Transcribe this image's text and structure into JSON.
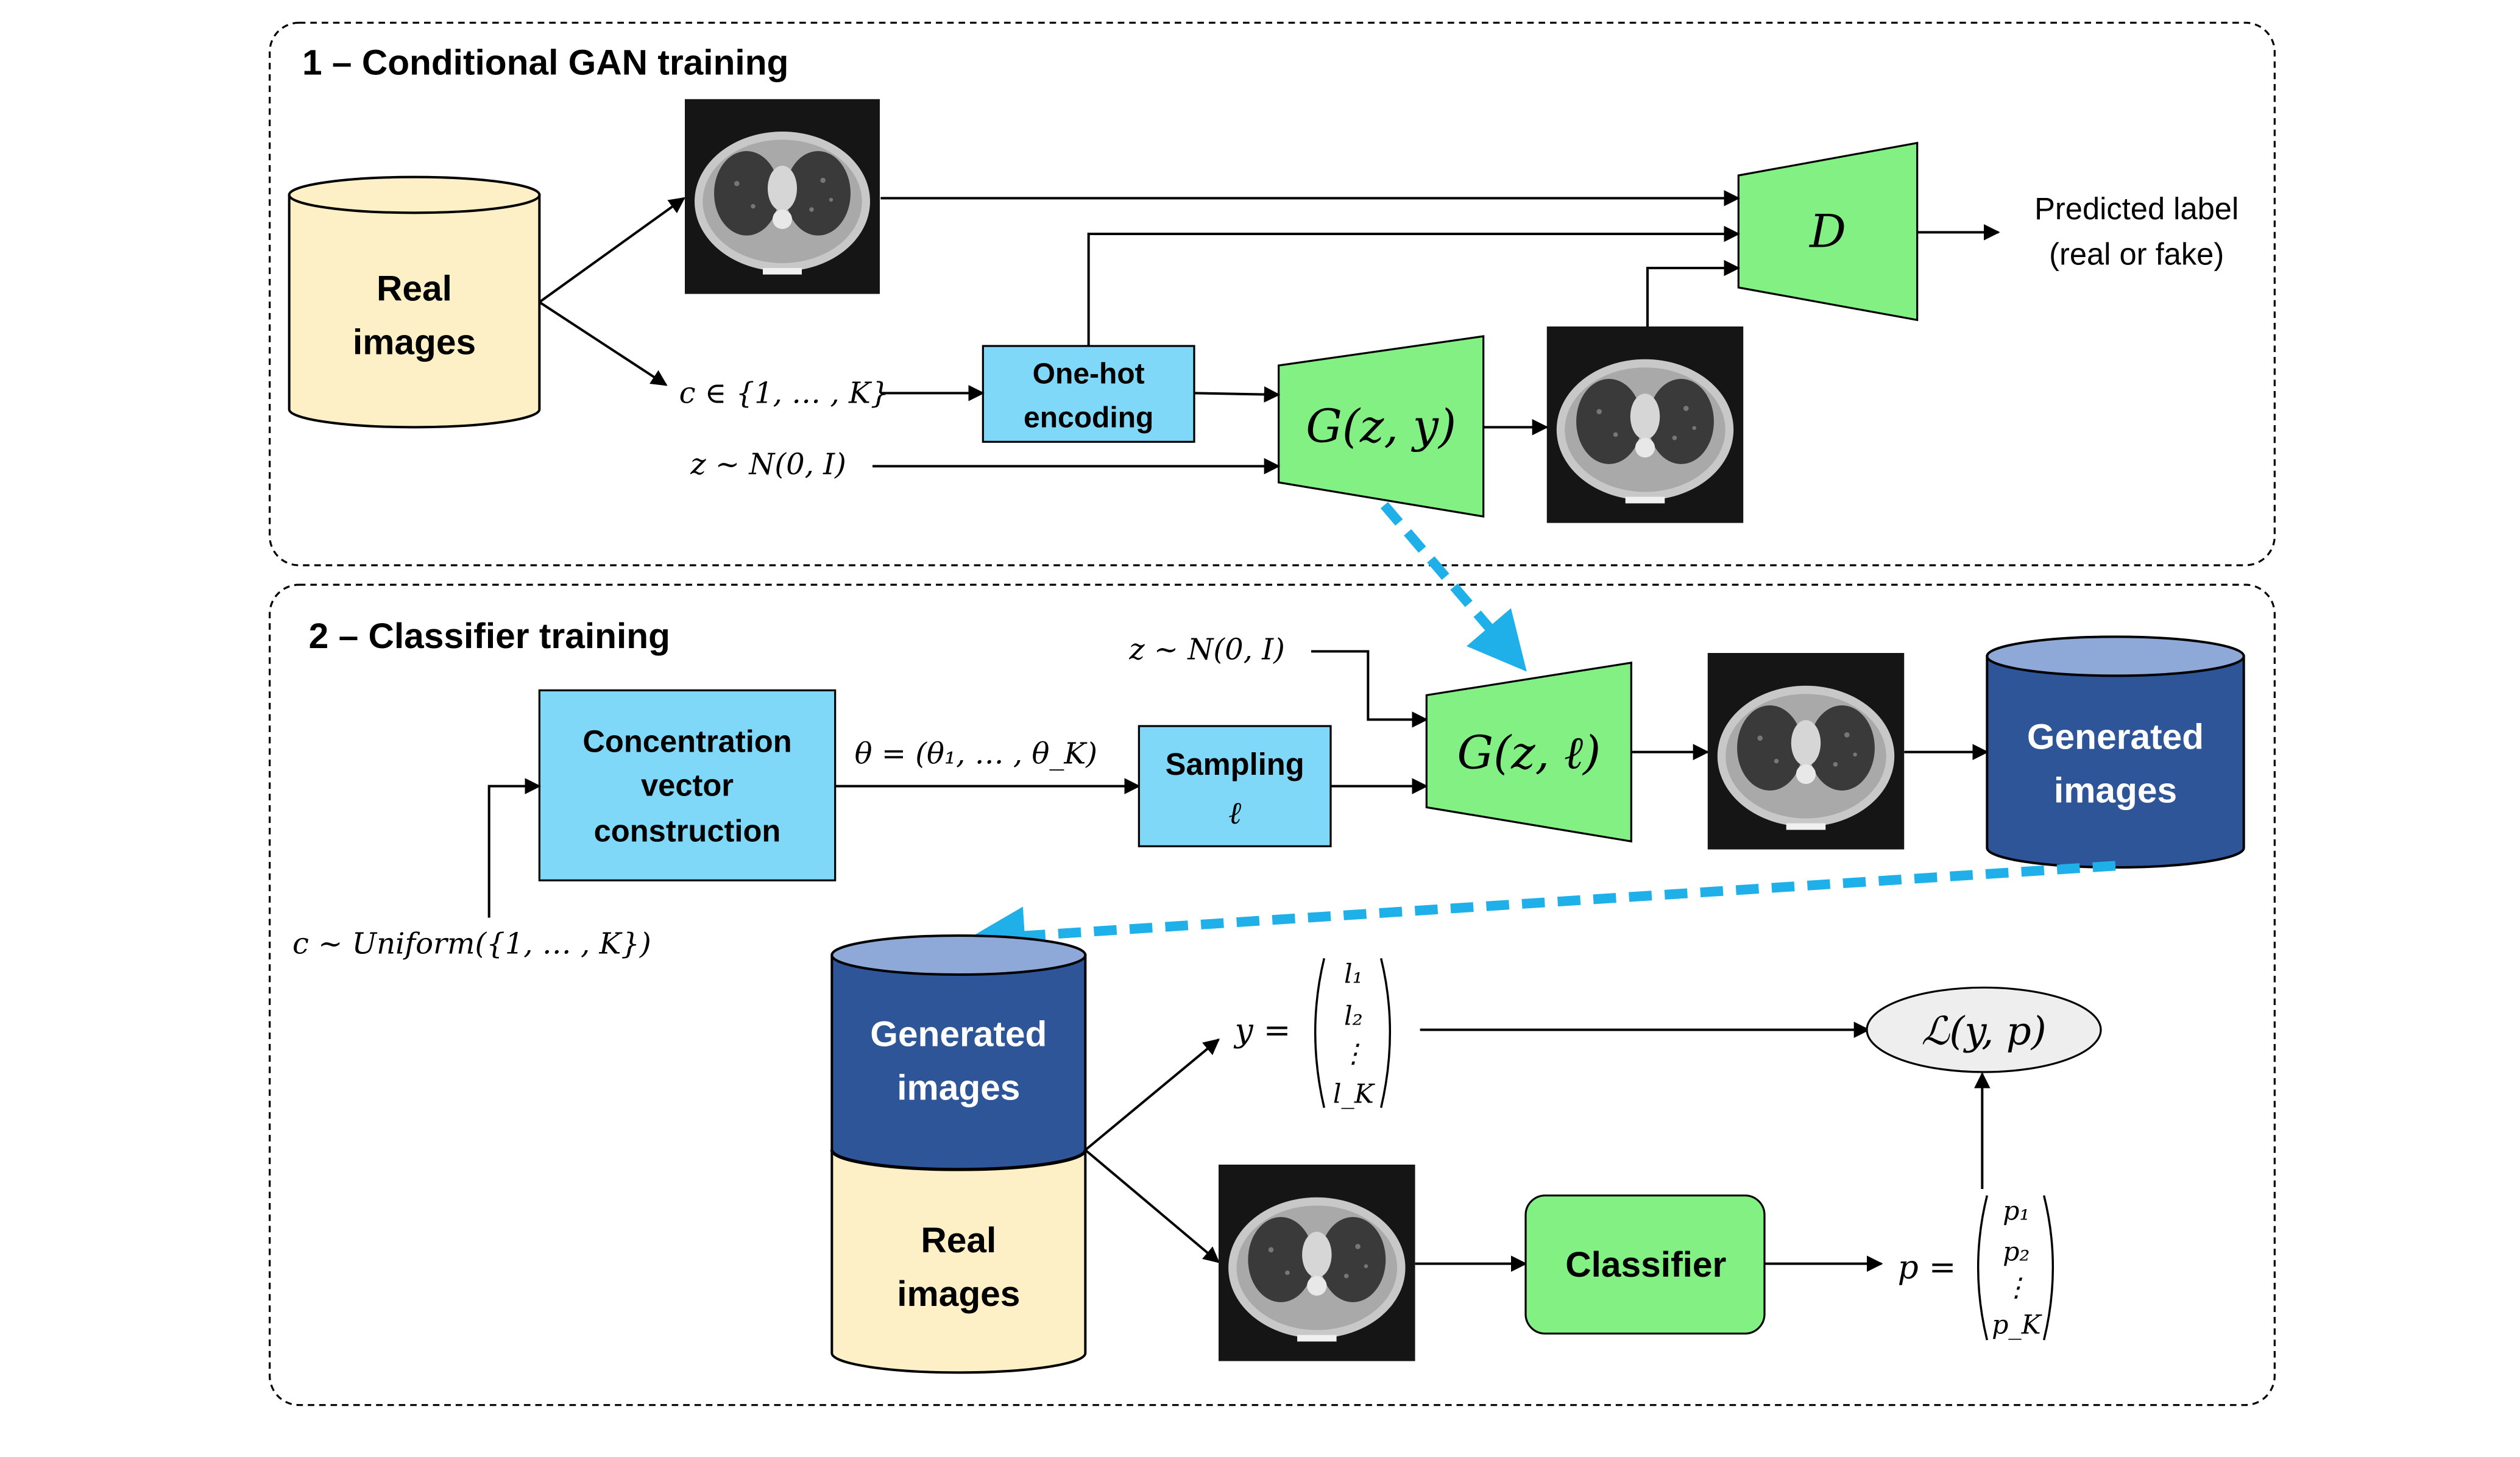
{
  "panel1": {
    "title": "1 – Conditional GAN training"
  },
  "panel2": {
    "title": "2 – Classifier training"
  },
  "stage1": {
    "db_line1": "Real",
    "db_line2": "images",
    "label_c": "c ∈ {1, … , K}",
    "label_z": "z ~ N(0, I)",
    "onehot_line1": "One-hot",
    "onehot_line2": "encoding",
    "generator": "G(z, y)",
    "discriminator": "D",
    "out_line1": "Predicted label",
    "out_line2": "(real or fake)"
  },
  "stage2": {
    "label_z": "z ~ N(0, I)",
    "label_c": "c ~ Uniform({1, … , K})",
    "conc_line1": "Concentration",
    "conc_line2": "vector",
    "conc_line3": "construction",
    "label_theta": "θ  =  (θ₁, … , θ_K)",
    "sampling_line1": "Sampling",
    "sampling_line2": "ℓ",
    "generator": "G(z, ℓ)",
    "gen_db_line1": "Generated",
    "gen_db_line2": "images",
    "mixed_top_line1": "Generated",
    "mixed_top_line2": "images",
    "mixed_bot_line1": "Real",
    "mixed_bot_line2": "images",
    "y_prefix": "y =",
    "y_entries": [
      "l₁",
      "l₂",
      "⋮",
      "l_K"
    ],
    "classifier": "Classifier",
    "p_prefix": "p =",
    "p_entries": [
      "p₁",
      "p₂",
      "⋮",
      "p_K"
    ],
    "loss": "ℒ(y, p)"
  },
  "colors": {
    "green": "#82f082",
    "light_blue": "#80d8f8",
    "cream": "#fdefc6",
    "navy": "#2e5597",
    "dashed_arrow": "#1fb0ea"
  },
  "icons": [
    "ct-scan-image",
    "database-cylinder",
    "trapezoid-network"
  ]
}
